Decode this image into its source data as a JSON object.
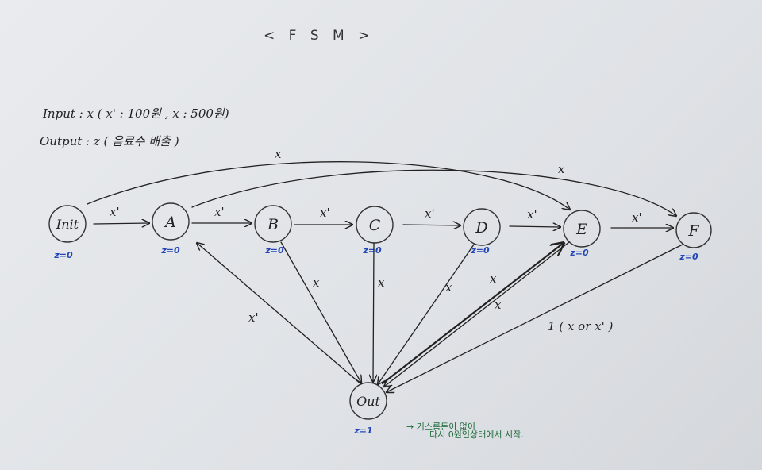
{
  "title": "< F S M >",
  "legend": {
    "input": "Input : x ( x' : 100원 , x : 500원)",
    "output": "Output : z ( 음료수 배출 )"
  },
  "nodes": [
    {
      "id": "init",
      "label": "Init",
      "output": "z=0"
    },
    {
      "id": "a",
      "label": "A",
      "output": "z=0"
    },
    {
      "id": "b",
      "label": "B",
      "output": "z=0"
    },
    {
      "id": "c",
      "label": "C",
      "output": "z=0"
    },
    {
      "id": "d",
      "label": "D",
      "output": "z=0"
    },
    {
      "id": "e",
      "label": "E",
      "output": "z=0"
    },
    {
      "id": "f",
      "label": "F",
      "output": "z=0"
    },
    {
      "id": "out",
      "label": "Out",
      "output": "z=1"
    }
  ],
  "edge_labels": {
    "x_prime": "x'",
    "x": "x",
    "f_to_out": "1 ( x or x' )"
  },
  "note": {
    "line1": "→ 거스름돈이 없이",
    "line2": "다시 0원인상태에서 시작."
  },
  "colors": {
    "ink": "#222222",
    "output_blue": "#2447b8",
    "note_green": "#1e6b3a"
  }
}
